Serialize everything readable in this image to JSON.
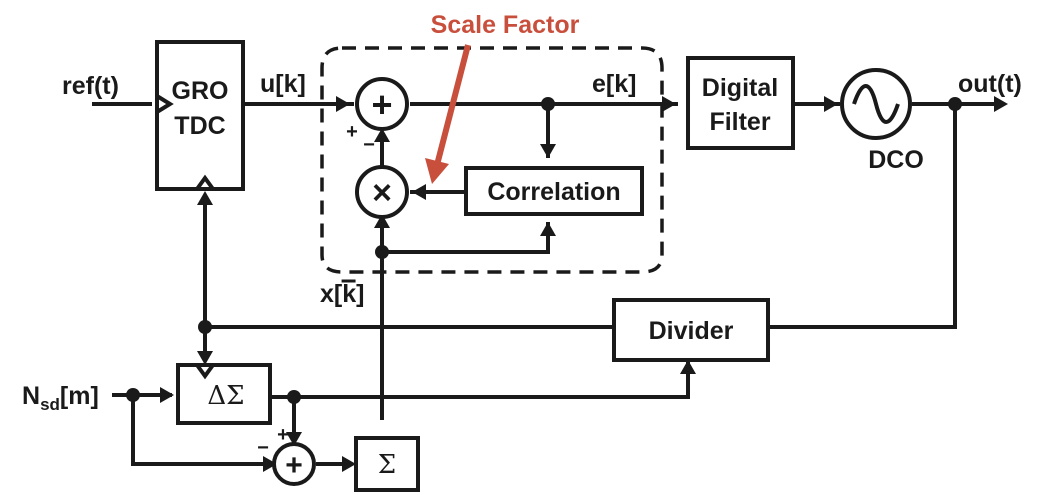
{
  "blocks": {
    "tdc": [
      "GRO",
      "TDC"
    ],
    "digital_filter": [
      "Digital",
      "Filter"
    ],
    "correlation": "Correlation",
    "divider": "Divider",
    "dsm": "ΔΣ",
    "accumulator": "Σ",
    "dco": "DCO"
  },
  "signals": {
    "ref": "ref(t)",
    "out": "out(t)",
    "u": "u[k]",
    "e": "e[k]",
    "x": "x[k]",
    "nsd_main": "N",
    "nsd_sub": "sd",
    "nsd_tail": "[m]"
  },
  "operators": {
    "sum": "+",
    "multiply": "×",
    "plus_sign": "+",
    "minus_sign": "−"
  },
  "annotation": {
    "scale_factor": "Scale Factor",
    "color": "#c94f3d"
  }
}
